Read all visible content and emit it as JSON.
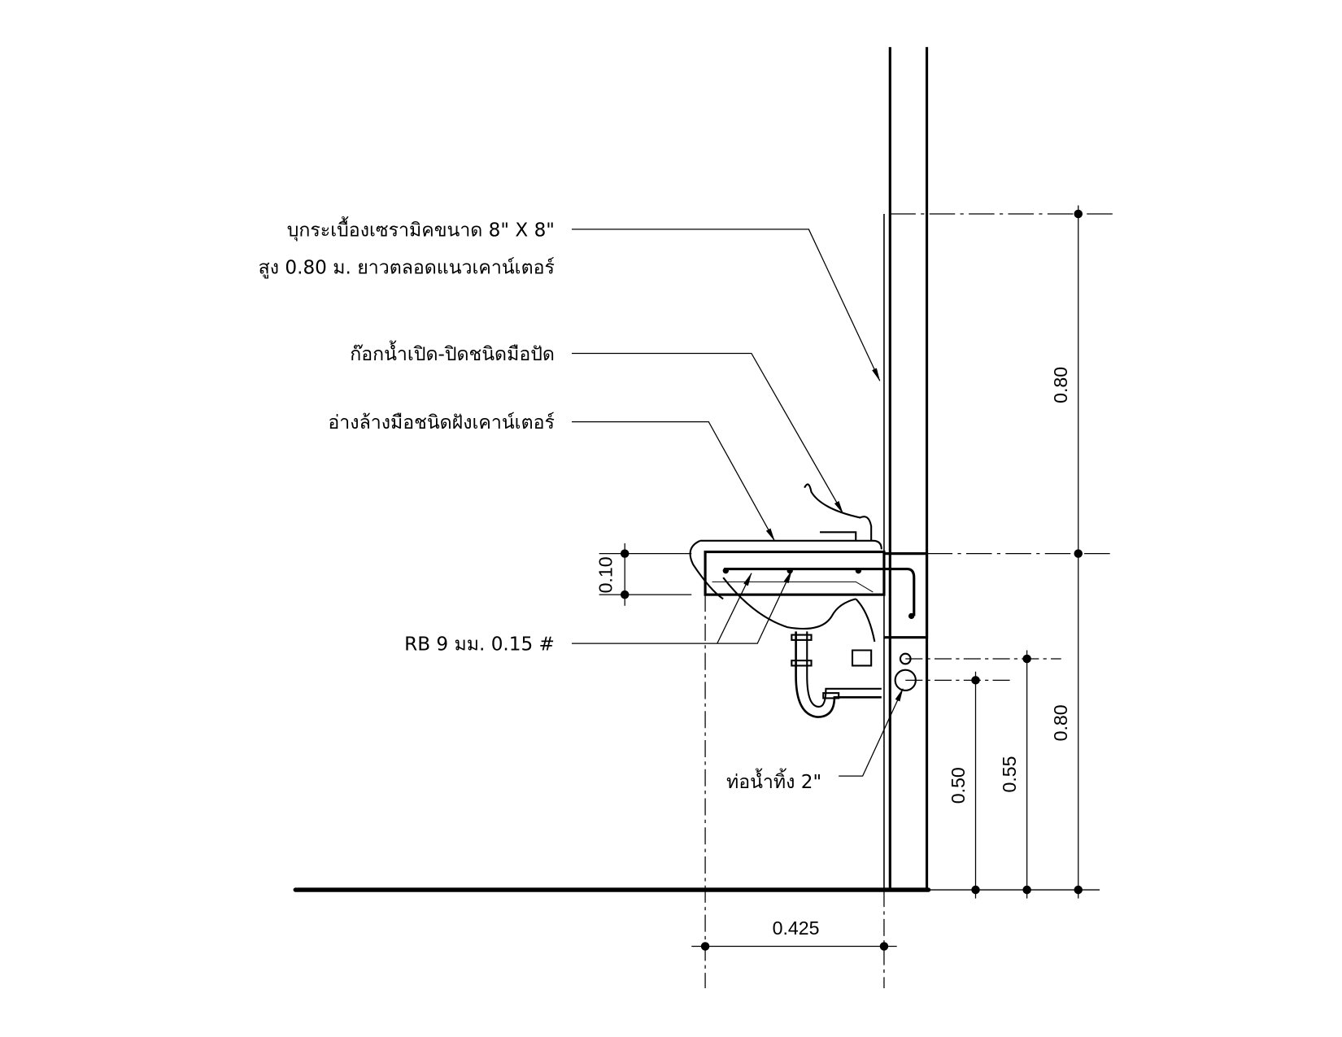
{
  "labels": {
    "tile_line1": "บุกระเบื้องเซรามิคขนาด 8\" X 8\"",
    "tile_line2": "สูง 0.80 ม. ยาวตลอดแนวเคาน์เตอร์",
    "faucet": "ก๊อกน้ำเปิด-ปิดชนิดมือปัด",
    "sink": "อ่างล้างมือชนิดฝังเคาน์เตอร์",
    "rebar": "RB  9 มม. 0.15 #",
    "drain": "ท่อน้ำทิ้ง  2\""
  },
  "dimensions": {
    "upper_height": "0.80",
    "lower_height": "0.80",
    "supply_height": "0.55",
    "drain_height": "0.50",
    "slab_thickness": "0.10",
    "counter_depth": "0.425"
  }
}
